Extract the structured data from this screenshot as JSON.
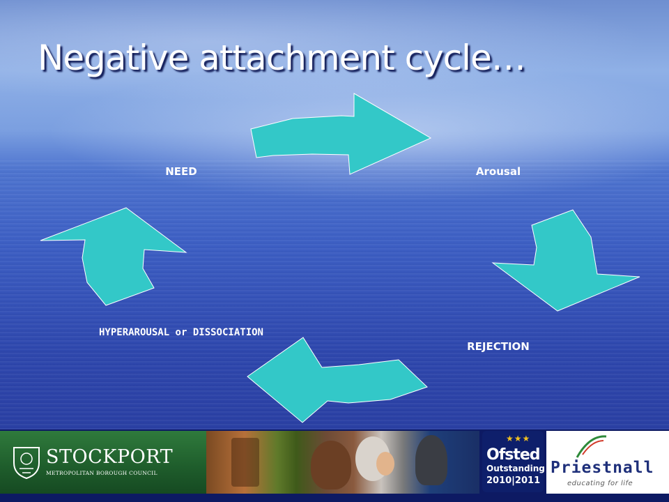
{
  "slide": {
    "title": "Negative attachment cycle…"
  },
  "cycle": {
    "steps": [
      {
        "label": "NEED"
      },
      {
        "label": "Arousal"
      },
      {
        "label": "REJECTION"
      },
      {
        "label": "HYPERAROUSAL or DISSOCIATION"
      }
    ],
    "arrow_color": "#33c8c8"
  },
  "footer": {
    "stockport": {
      "name": "STOCKPORT",
      "subtitle": "METROPOLITAN BOROUGH COUNCIL"
    },
    "ofsted": {
      "name": "Ofsted",
      "grade": "Outstanding",
      "years": "2010|2011"
    },
    "priestnall": {
      "name": "Priestnall",
      "tagline": "educating for life"
    }
  }
}
